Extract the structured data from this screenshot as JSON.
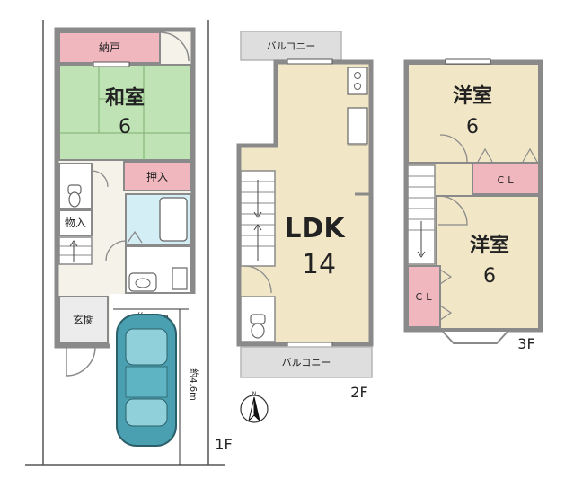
{
  "floors": {
    "f1": {
      "label": "1F",
      "rooms": {
        "nando": "納戸",
        "washitsu_name": "和室",
        "washitsu_size": "6",
        "oshiire": "押入",
        "monoire": "物入",
        "genkan": "玄関"
      },
      "parking": {
        "width": "約2.2m",
        "length": "約4.6m"
      }
    },
    "f2": {
      "label": "2F",
      "rooms": {
        "balcony_top": "バルコニー",
        "balcony_bottom": "バルコニー",
        "ldk_name": "LDK",
        "ldk_size": "14"
      }
    },
    "f3": {
      "label": "3F",
      "rooms": {
        "yoshitsu1_name": "洋室",
        "yoshitsu1_size": "6",
        "yoshitsu2_name": "洋室",
        "yoshitsu2_size": "6",
        "cl1": "ＣＬ",
        "cl2": "ＣＬ"
      }
    }
  },
  "compass": {
    "north": "N"
  },
  "colors": {
    "wall": "#8a8a8a",
    "washitsu": "#bfe3b4",
    "storage_pink": "#f0b7bf",
    "ldk": "#f1e6c6",
    "bath": "#d4eef5",
    "balcony": "#dedede",
    "car": "#4aa0b0",
    "parking": "#ffffff"
  }
}
